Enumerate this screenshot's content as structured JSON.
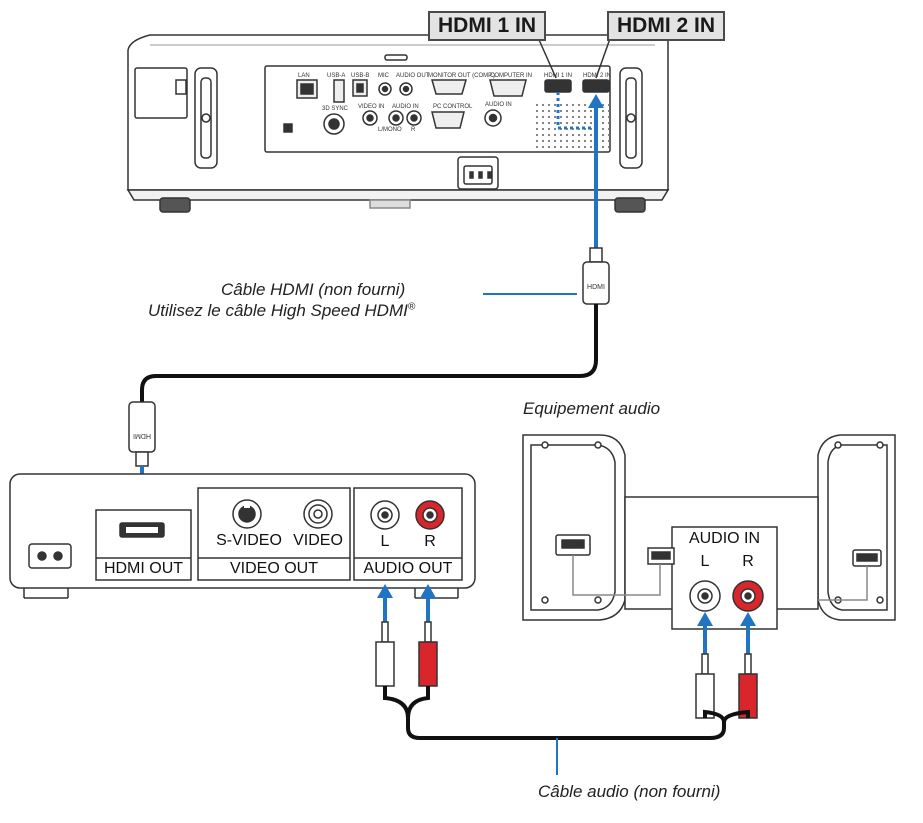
{
  "callouts": {
    "hdmi1": "HDMI 1 IN",
    "hdmi2": "HDMI 2 IN"
  },
  "projector_ports": {
    "lan": "LAN",
    "usb_a": "USB-A",
    "usb_b": "USB-B",
    "mic": "MIC",
    "audio_out": "AUDIO OUT",
    "monitor_out": "MONITOR OUT (COMP.)",
    "computer_in": "COMPUTER IN",
    "hdmi1": "HDMI 1 IN",
    "hdmi2": "HDMI 2 IN",
    "sync_3d": "3D SYNC",
    "video_in": "VIDEO IN",
    "audio_in": "AUDIO IN",
    "lmono": "L/MONO",
    "r": "R",
    "pc_control": "PC CONTROL",
    "audio_in2": "AUDIO IN"
  },
  "hdmi_cable": {
    "line1": "Câble HDMI (non fourni)",
    "line2": "Utilisez le câble High Speed HDMI",
    "line2_mark": "®",
    "plug_text": "HDMI"
  },
  "source_device": {
    "hdmi_out": "HDMI OUT",
    "s_video": "S-VIDEO",
    "video": "VIDEO",
    "video_out": "VIDEO OUT",
    "l": "L",
    "r": "R",
    "audio_out": "AUDIO OUT"
  },
  "audio_equipment": {
    "title": "Equipement audio",
    "audio_in": "AUDIO IN",
    "l": "L",
    "r": "R"
  },
  "audio_cable": {
    "label": "Câble audio (non fourni)"
  },
  "colors": {
    "arrow_blue": "#1f75c4",
    "rca_red": "#d9262c",
    "callout_fill": "#e3e3e3",
    "outline": "#333333"
  }
}
